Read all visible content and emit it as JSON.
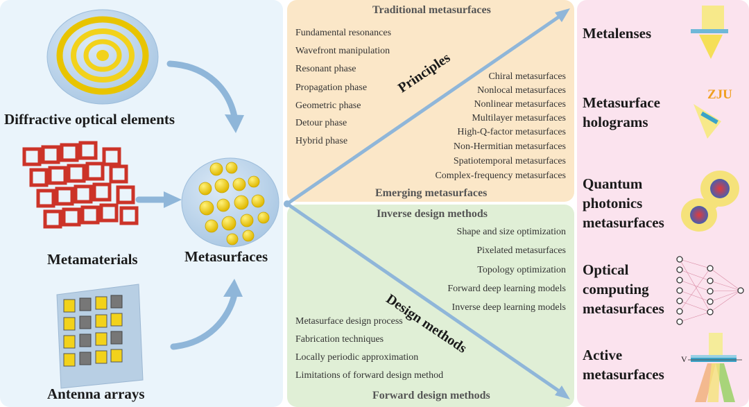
{
  "left": {
    "doe_label": "Diffractive optical elements",
    "meta_label": "Metamaterials",
    "antenna_label": "Antenna arrays",
    "center_label": "Metasurfaces"
  },
  "principles": {
    "heading_top": "Traditional metasurfaces",
    "diag_label": "Principles",
    "traditional": [
      "Fundamental resonances",
      "Wavefront manipulation",
      "Resonant phase",
      "Propagation phase",
      "Geometric phase",
      "Detour phase",
      "Hybrid phase"
    ],
    "emerging": [
      "Chiral metasurfaces",
      "Nonlocal metasurfaces",
      "Nonlinear metasurfaces",
      "Multilayer metasurfaces",
      "High-Q-factor metasurfaces",
      "Non-Hermitian metasurfaces",
      "Spatiotemporal metasurfaces",
      "Complex-frequency metasurfaces"
    ],
    "heading_bottom": "Emerging metasurfaces"
  },
  "design": {
    "heading_top": "Inverse design methods",
    "diag_label": "Design methods",
    "inverse": [
      "Shape and size optimization",
      "Pixelated metasurfaces",
      "Topology optimization",
      "Forward deep learning models",
      "Inverse deep learning models"
    ],
    "forward": [
      "Metasurface design process",
      "Fabrication techniques",
      "Locally periodic approximation",
      "Limitations of forward design method"
    ],
    "heading_bottom": "Forward design methods"
  },
  "apps": {
    "metalenses": "Metalenses",
    "holo1": "Metasurface",
    "holo2": "holograms",
    "holo_text": "ZJU",
    "q1": "Quantum",
    "q2": "photonics",
    "q3": "metasurfaces",
    "o1": "Optical",
    "o2": "computing",
    "o3": "metasurfaces",
    "a1": "Active",
    "a2": "metasurfaces",
    "v_label": "V"
  },
  "colors": {
    "arrow": "#8fb6d9",
    "gold": "#f2d21b",
    "red": "#d63a2f",
    "disk": "#b9d3ea"
  }
}
